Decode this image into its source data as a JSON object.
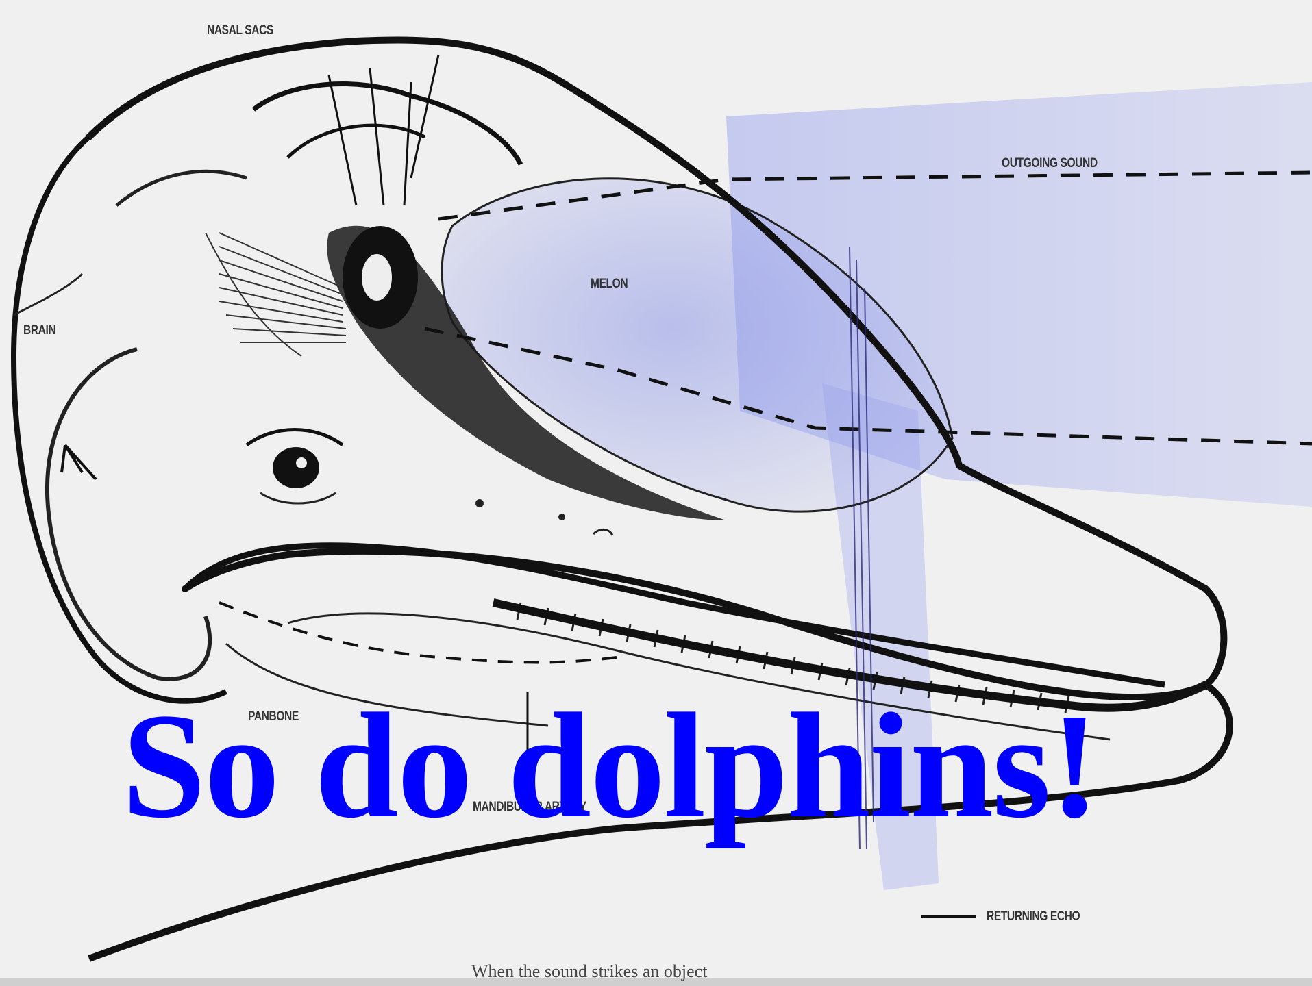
{
  "labels": {
    "nasal_sacs": "NASAL SACS",
    "brain": "BRAIN",
    "melon": "MELON",
    "outgoing_sound": "OUTGOING SOUND",
    "panbone": "PANBONE",
    "mandibular_artery": "MANDIBULAR ARTERY",
    "returning_echo": "RETURNING ECHO"
  },
  "caption_bottom": "When the sound strikes an object",
  "headline": "So do dolphins!",
  "colors": {
    "headline": "#0000ff",
    "sound_wash": "#8c96e6",
    "ink": "#111111"
  }
}
